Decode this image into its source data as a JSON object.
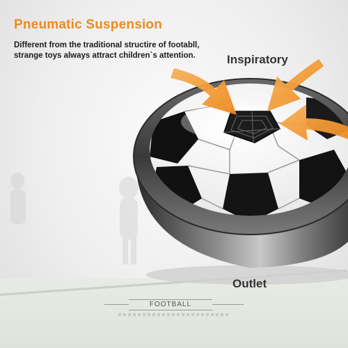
{
  "headline": "Pneumatic Suspension",
  "description": {
    "line1": "Different from the traditional structire of footabll,",
    "line2": "strange toys always attract children`s attention."
  },
  "labels": {
    "inspiratory": "Inspiratory",
    "outlet": "Outlet"
  },
  "brand": "FOOTBALL",
  "colors": {
    "accent": "#f08a1c",
    "arrow": "#f39a2e",
    "text": "#1b1b1b",
    "ring": "#4a4a4a"
  },
  "icons": [
    "hover-soccer-disc",
    "intake-grille",
    "airflow-arrow"
  ]
}
